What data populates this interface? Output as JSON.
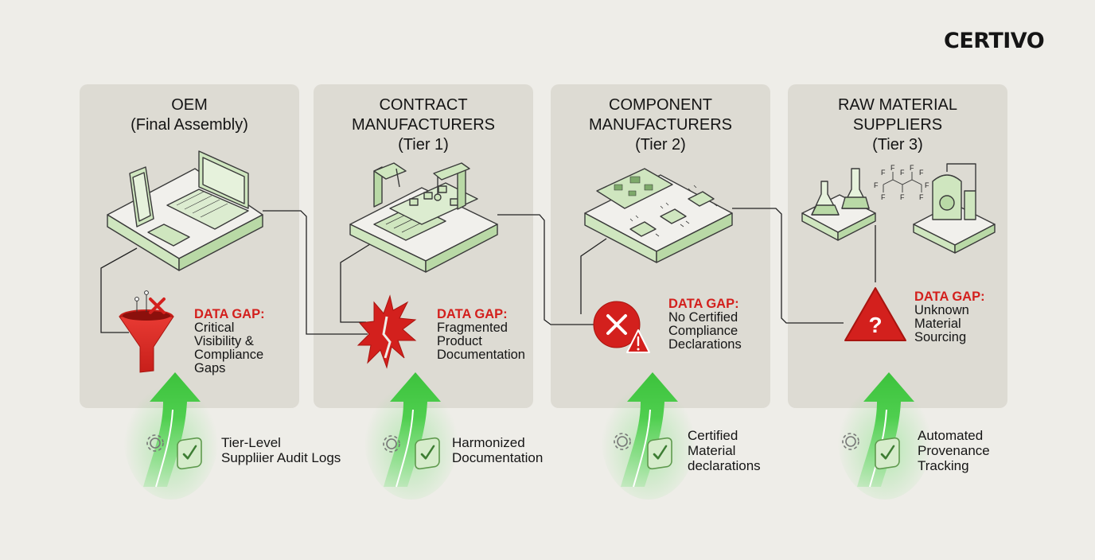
{
  "brand": {
    "logo": "CERTIVO"
  },
  "tiers": [
    {
      "title_lines": [
        "OEM",
        "(Final Assembly)"
      ],
      "gap_label": "DATA GAP:",
      "gap_lines": [
        "Critical",
        "Visibility &",
        "Compliance",
        "Gaps"
      ],
      "solution_lines": [
        "Tier-Level",
        "Suppliier Audit Logs"
      ]
    },
    {
      "title_lines": [
        "CONTRACT",
        "MANUFACTURERS",
        "(Tier 1)"
      ],
      "gap_label": "DATA GAP:",
      "gap_lines": [
        "Fragmented",
        "Product",
        "Documentation"
      ],
      "solution_lines": [
        "Harmonized",
        "Documentation"
      ]
    },
    {
      "title_lines": [
        "COMPONENT",
        "MANUFACTURERS",
        "(Tier 2)"
      ],
      "gap_label": "DATA GAP:",
      "gap_lines": [
        "No Certified",
        "Compliance",
        "Declarations"
      ],
      "solution_lines": [
        "Certified",
        "Material",
        "declarations"
      ]
    },
    {
      "title_lines": [
        "RAW MATERIAL",
        "SUPPLIERS",
        "(Tier 3)"
      ],
      "gap_label": "DATA GAP:",
      "gap_lines": [
        "Unknown",
        "Material",
        "Sourcing"
      ],
      "solution_lines": [
        "Automated",
        "Provenance",
        "Tracking"
      ]
    }
  ],
  "molecule_label": "F",
  "colors": {
    "background": "#eeede8",
    "panel": "#dddbd3",
    "green_fill": "#cfe6bf",
    "green_stroke": "#5f9a4e",
    "arrow_green": "#5fd35f",
    "gap_red": "#d3201d"
  }
}
